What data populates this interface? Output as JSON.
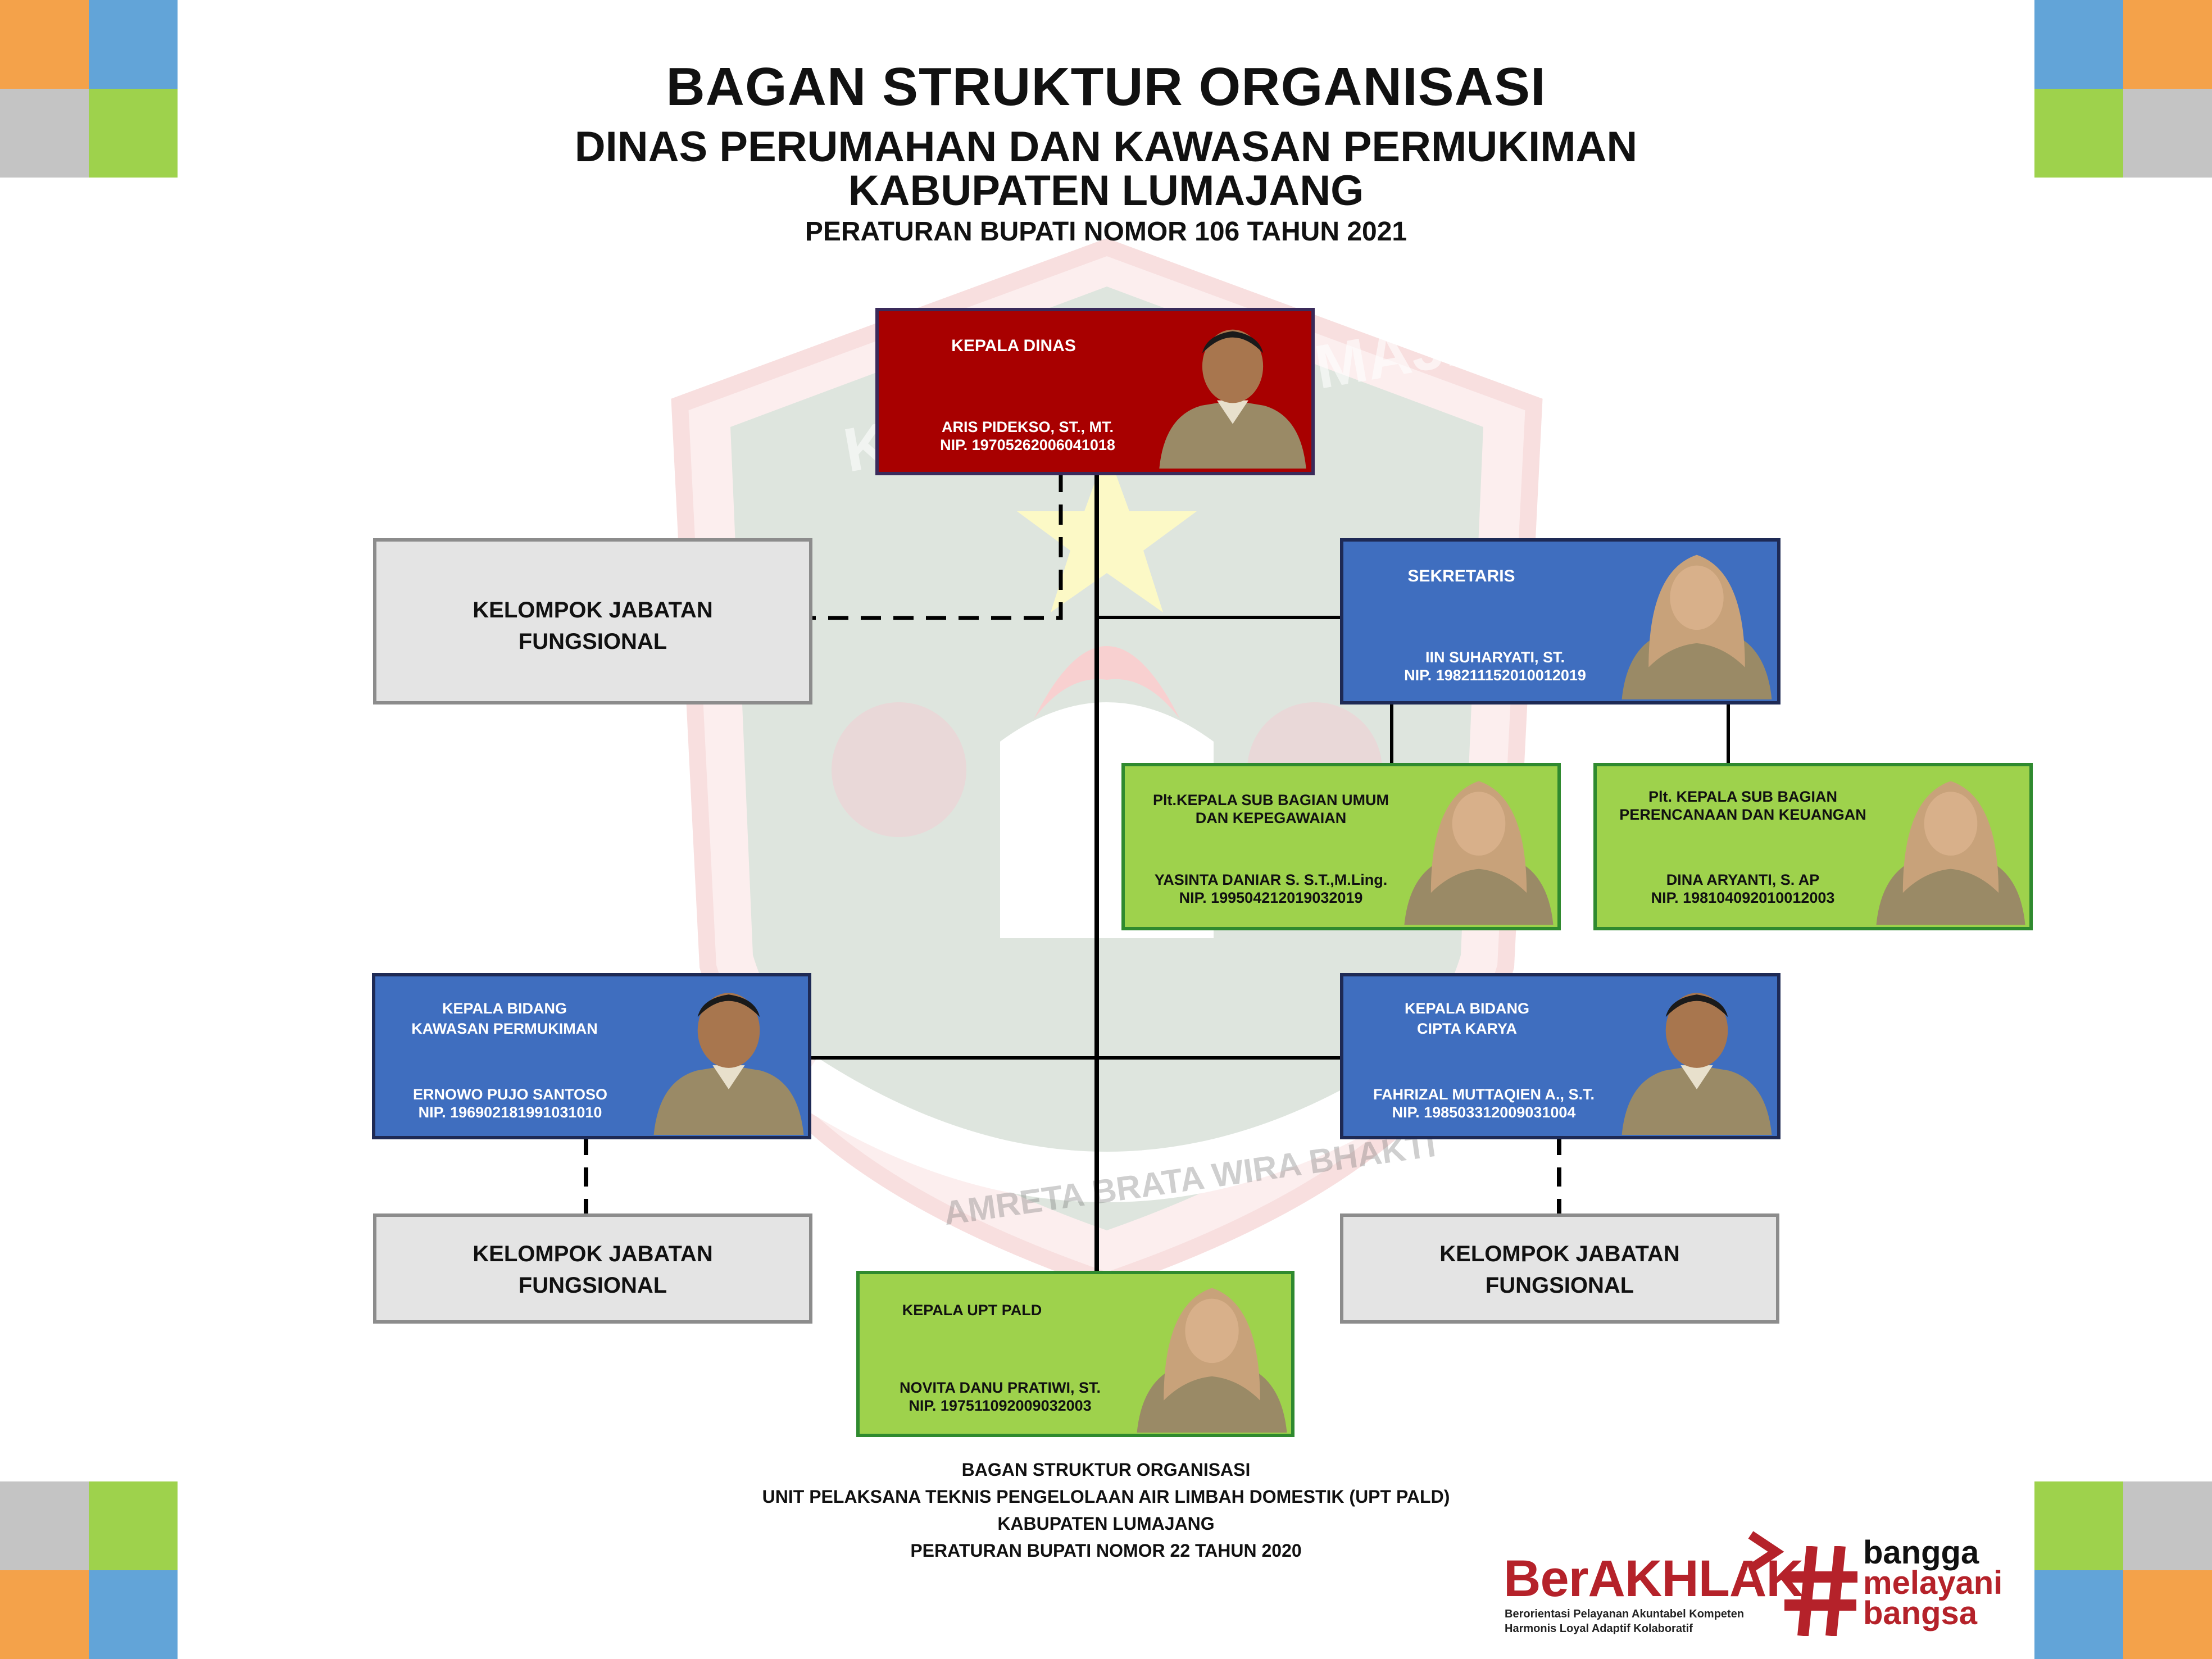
{
  "header": {
    "title": "BAGAN STRUKTUR ORGANISASI",
    "agency": "DINAS PERUMAHAN DAN KAWASAN PERMUKIMAN",
    "regency": "KABUPATEN LUMAJANG",
    "regulation": "PERATURAN BUPATI NOMOR 106 TAHUN 2021"
  },
  "watermark": {
    "top_text": "KABUPATEN LUMAJANG",
    "motto": "AMRETA BRATA WIRA BHAKTI"
  },
  "nodes": {
    "kepala_dinas": {
      "role": "KEPALA DINAS",
      "name": "ARIS PIDEKSO, ST., MT.",
      "nip": "NIP. 19705262006041018"
    },
    "sekretaris": {
      "role": "SEKRETARIS",
      "name": "IIN SUHARYATI, ST.",
      "nip": "NIP. 198211152010012019"
    },
    "subbag_umum": {
      "role_line1": "Plt.KEPALA SUB BAGIAN UMUM",
      "role_line2": "DAN KEPEGAWAIAN",
      "name": "YASINTA DANIAR S. S.T.,M.Ling.",
      "nip": "NIP. 199504212019032019"
    },
    "subbag_perencanaan": {
      "role_line1": "Plt. KEPALA SUB BAGIAN",
      "role_line2": "PERENCANAAN DAN KEUANGAN",
      "name": "DINA ARYANTI, S. AP",
      "nip": "NIP. 198104092010012003"
    },
    "bidang_kawasan": {
      "role_line1": "KEPALA BIDANG",
      "role_line2": "KAWASAN PERMUKIMAN",
      "name": "ERNOWO PUJO SANTOSO",
      "nip": "NIP. 196902181991031010"
    },
    "bidang_cipta": {
      "role_line1": "KEPALA BIDANG",
      "role_line2": "CIPTA KARYA",
      "name": "FAHRIZAL MUTTAQIEN A., S.T.",
      "nip": "NIP. 198503312009031004"
    },
    "upt_pald": {
      "role": "KEPALA UPT PALD",
      "name": "NOVITA DANU PRATIWI, ST.",
      "nip": "NIP. 197511092009032003"
    },
    "fungsional_label_line1": "KELOMPOK JABATAN",
    "fungsional_label_line2": "FUNGSIONAL"
  },
  "footer": {
    "line1": "BAGAN STRUKTUR ORGANISASI",
    "line2": "UNIT PELAKSANA TEKNIS PENGELOLAAN AIR LIMBAH DOMESTIK (UPT PALD)",
    "line3": "KABUPATEN LUMAJANG",
    "line4": "PERATURAN BUPATI NOMOR 22 TAHUN 2020"
  },
  "logo": {
    "berakhlak": "BerAKHLAK",
    "tagline1": "Berorientasi Pelayanan Akuntabel Kompeten",
    "tagline2": "Harmonis Loyal Adaptif Kolaboratif",
    "slogan1": "bangga",
    "slogan2": "melayani",
    "slogan3": "bangsa"
  },
  "colors": {
    "red_box": "#a80000",
    "blue_box": "#3f6ebf",
    "green_box": "#9ed24c",
    "gray_box": "#e4e4e4",
    "corner_orange": "#f4a24a",
    "corner_blue": "#62a4d8",
    "corner_gray": "#c4c4c4",
    "corner_green": "#9ed24c",
    "brand_red": "#b5222a"
  }
}
